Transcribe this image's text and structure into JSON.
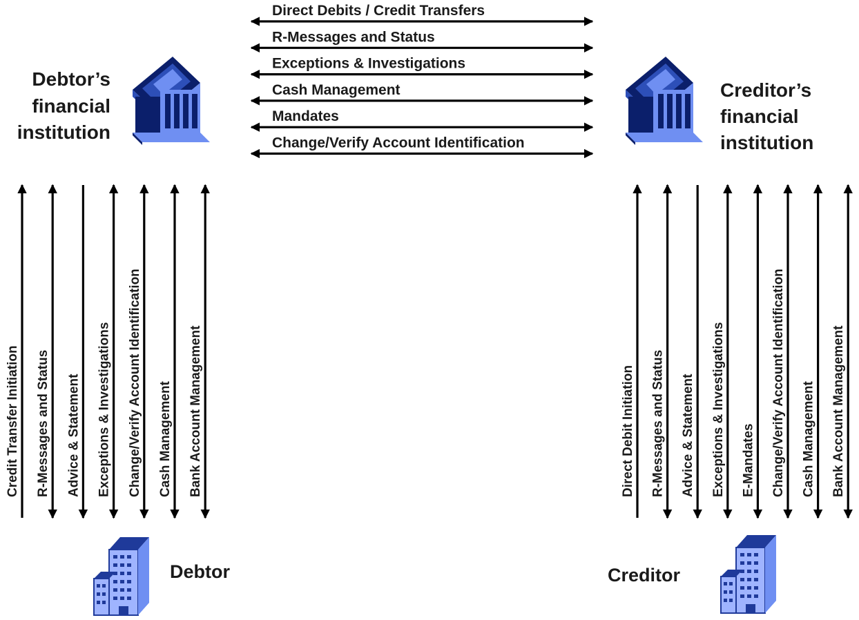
{
  "colors": {
    "arrow": "#000000",
    "bank_dark": "#0b1f6b",
    "bank_light": "#6f8ff2",
    "bank_mid": "#2d4fb8",
    "office_light": "#9fb4ff",
    "office_dark": "#1f3a9a"
  },
  "debtor_bank": {
    "label_lines": [
      "Debtor’s",
      "financial",
      "institution"
    ],
    "icon": "bank-building-icon"
  },
  "creditor_bank": {
    "label_lines": [
      "Creditor’s",
      "financial",
      "institution"
    ],
    "icon": "bank-building-icon"
  },
  "interbank_messages": [
    "Direct Debits / Credit Transfers",
    "R-Messages and Status",
    "Exceptions & Investigations",
    "Cash Management",
    "Mandates",
    "Change/Verify Account Identification"
  ],
  "debtor_messages": [
    {
      "label": "Credit Transfer Initiation",
      "direction": "up"
    },
    {
      "label": "R-Messages and Status",
      "direction": "both"
    },
    {
      "label": "Advice & Statement",
      "direction": "down"
    },
    {
      "label": "Exceptions & Investigations",
      "direction": "both"
    },
    {
      "label": "Change/Verify Account Identification",
      "direction": "both"
    },
    {
      "label": "Cash Management",
      "direction": "both"
    },
    {
      "label": "Bank Account Management",
      "direction": "both"
    }
  ],
  "creditor_messages": [
    {
      "label": "Direct Debit Initiation",
      "direction": "up"
    },
    {
      "label": "R-Messages and Status",
      "direction": "both"
    },
    {
      "label": "Advice & Statement",
      "direction": "down"
    },
    {
      "label": "Exceptions & Investigations",
      "direction": "both"
    },
    {
      "label": "E-Mandates",
      "direction": "both"
    },
    {
      "label": "Change/Verify Account Identification",
      "direction": "both"
    },
    {
      "label": "Cash Management",
      "direction": "both"
    },
    {
      "label": "Bank Account Management",
      "direction": "both"
    }
  ],
  "debtor": {
    "label": "Debtor",
    "icon": "office-building-icon"
  },
  "creditor": {
    "label": "Creditor",
    "icon": "office-building-icon"
  }
}
